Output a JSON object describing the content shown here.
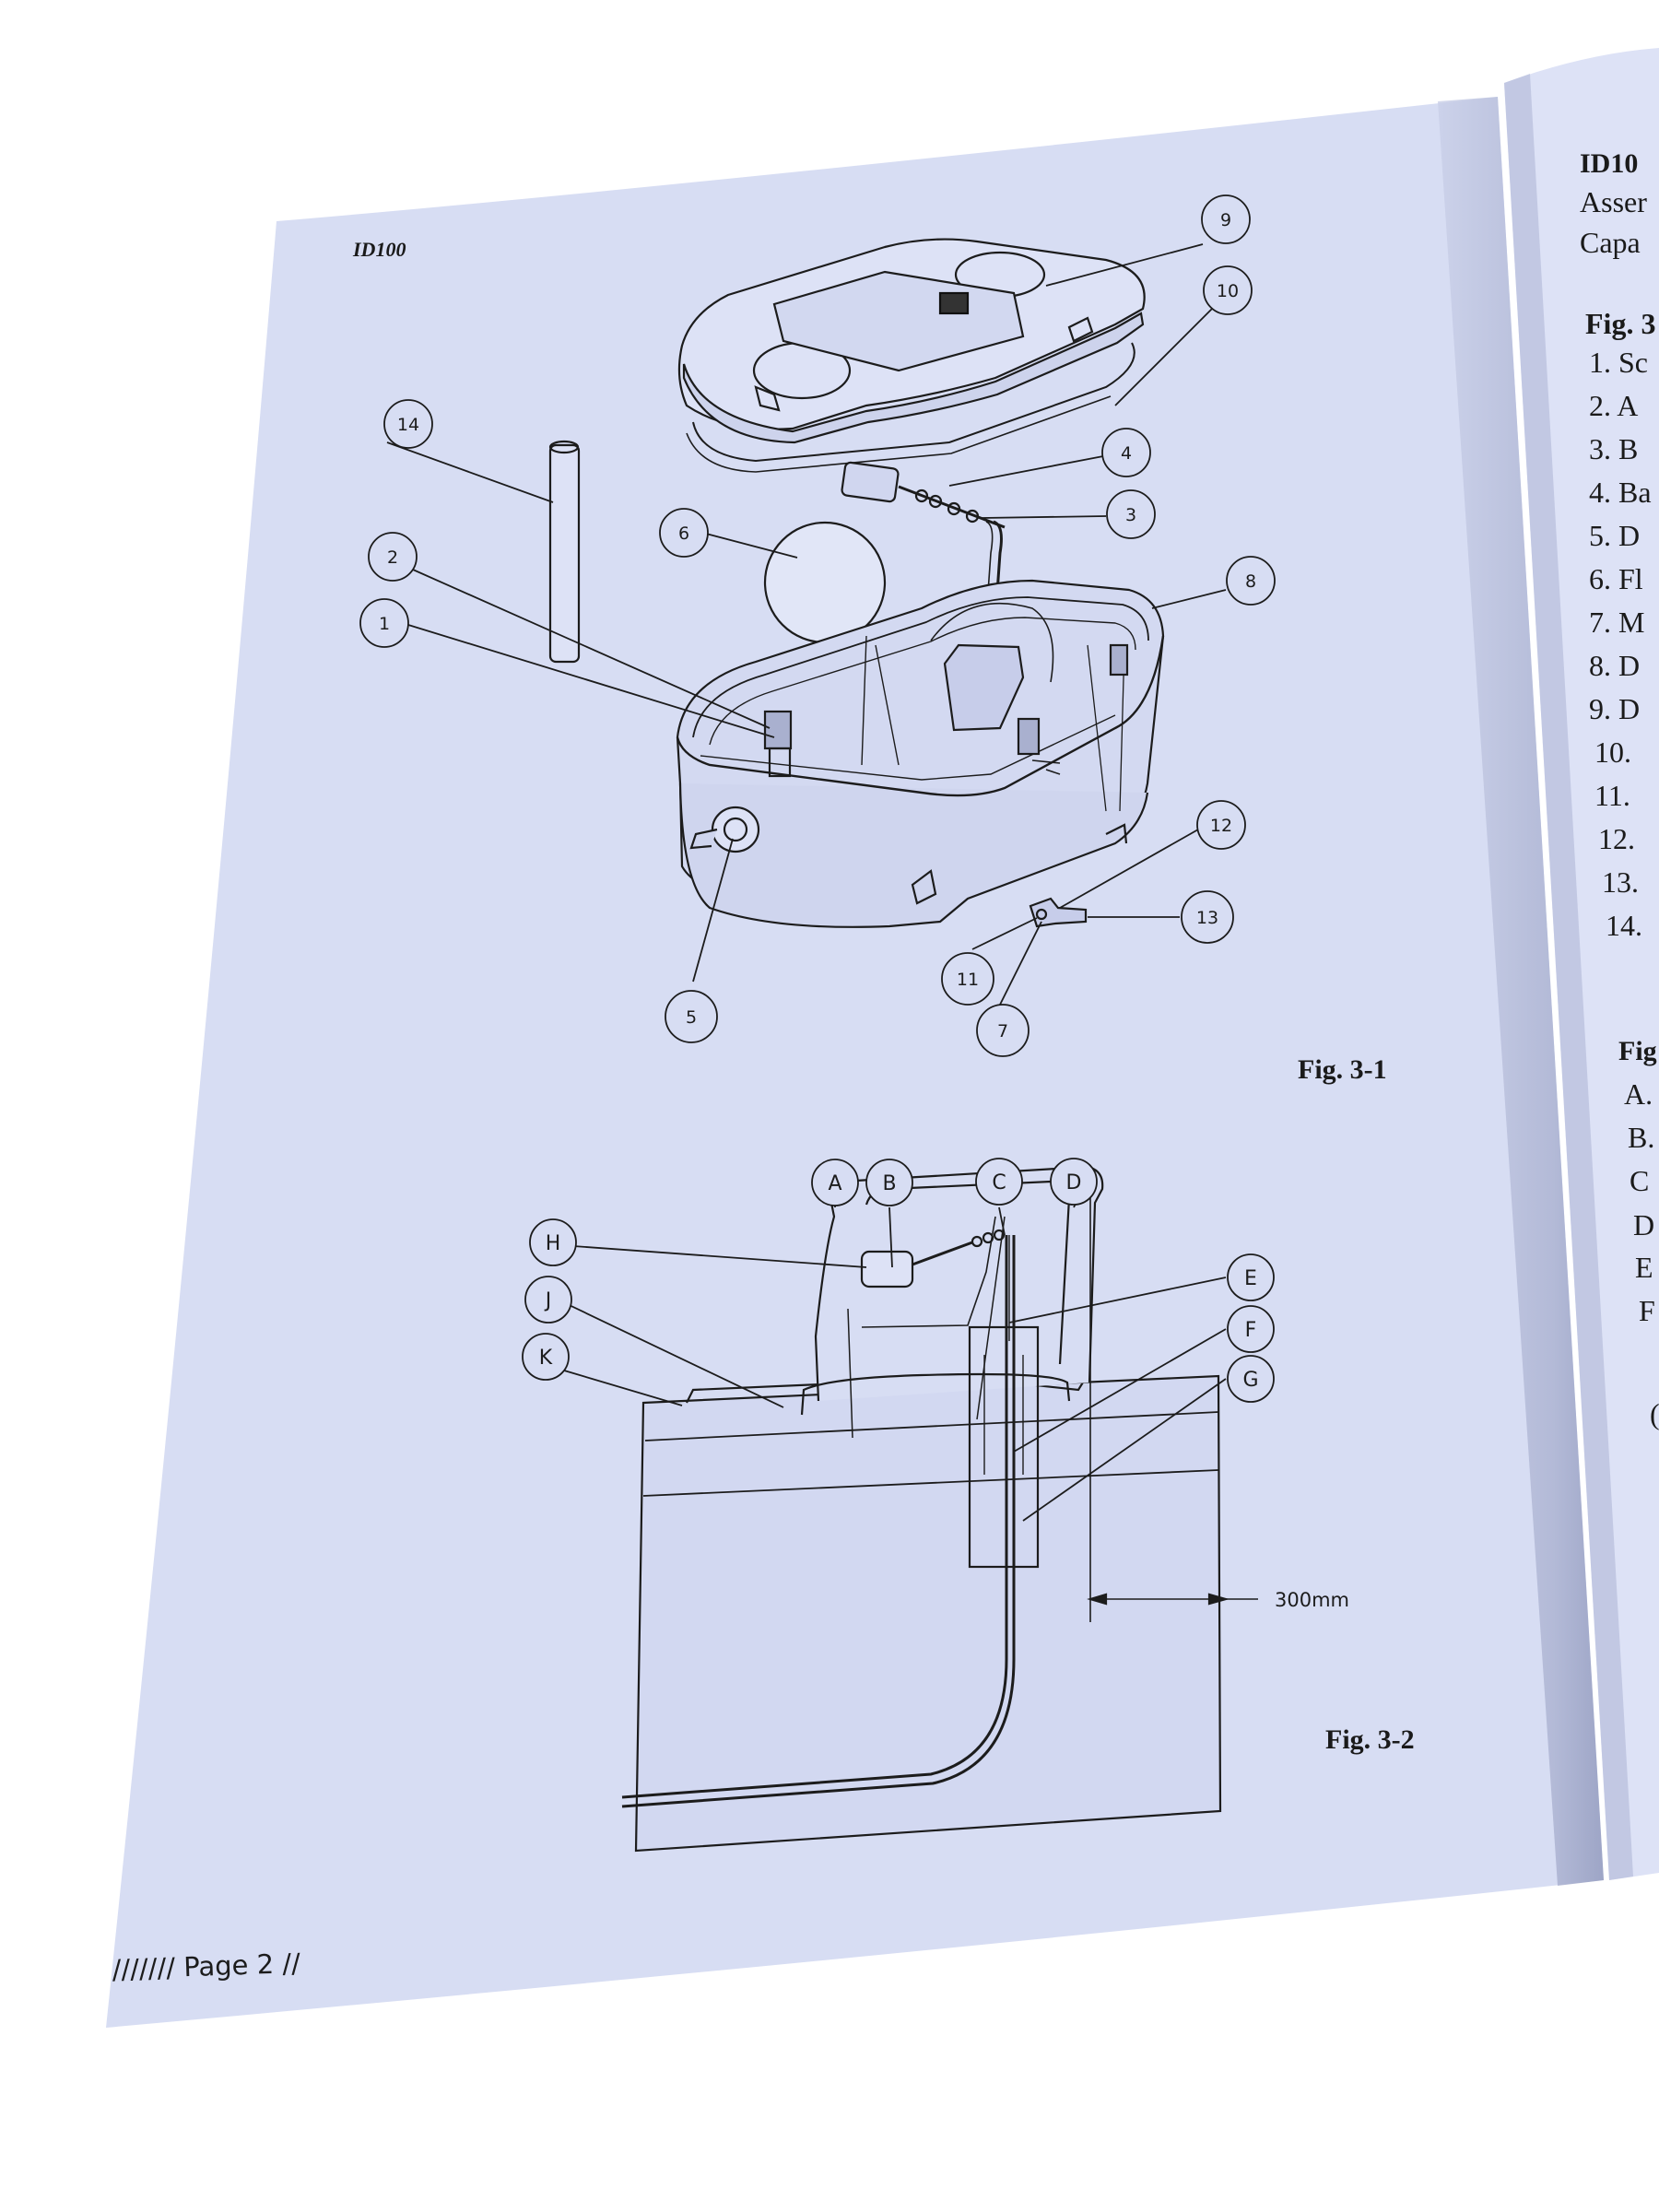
{
  "left_page": {
    "header": "ID100",
    "footer": "/////// Page 2 //",
    "fig1": {
      "caption": "Fig. 3-1",
      "callouts": [
        "1",
        "2",
        "3",
        "4",
        "5",
        "6",
        "7",
        "8",
        "9",
        "10",
        "11",
        "12",
        "13",
        "14"
      ]
    },
    "fig2": {
      "caption": "Fig. 3-2",
      "callouts": [
        "A",
        "B",
        "C",
        "D",
        "E",
        "F",
        "G",
        "H",
        "J",
        "K"
      ],
      "dimension": "300mm"
    }
  },
  "right_page": {
    "header_fragment": "ID10",
    "line1_fragment": "Asser",
    "line2_fragment": "Capa",
    "fig1_heading_fragment": "Fig. 3",
    "list1": [
      "1. Sc",
      "2. A",
      "3. B",
      "4. Ba",
      "5. D",
      "6. Fl",
      "7. M",
      "8. D",
      "9. D",
      "10.",
      "11.",
      "12.",
      "13.",
      "14."
    ],
    "fig2_heading_fragment": "Fig",
    "list2": [
      "A.",
      "B.",
      "C",
      "D",
      "E",
      "F"
    ],
    "lower_fragment": "("
  },
  "colors": {
    "paper": "#d7ddf3",
    "paper_right": "#dde2f6",
    "ink": "#1c1c1c",
    "background": "#ffffff"
  }
}
